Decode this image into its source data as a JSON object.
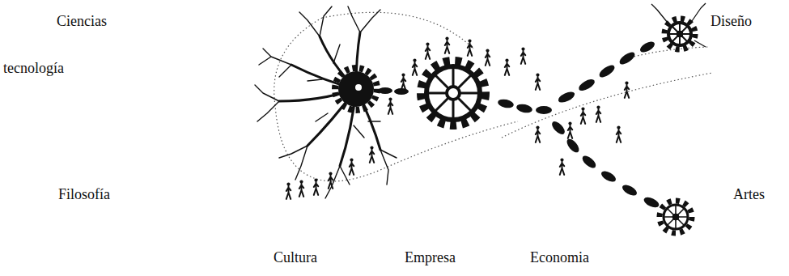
{
  "diagram": {
    "labels": [
      "Ciencias",
      "Diseño",
      "tecnología",
      "Filosofía",
      "Artes",
      "Cultura",
      "Empresa",
      "Economia"
    ]
  }
}
